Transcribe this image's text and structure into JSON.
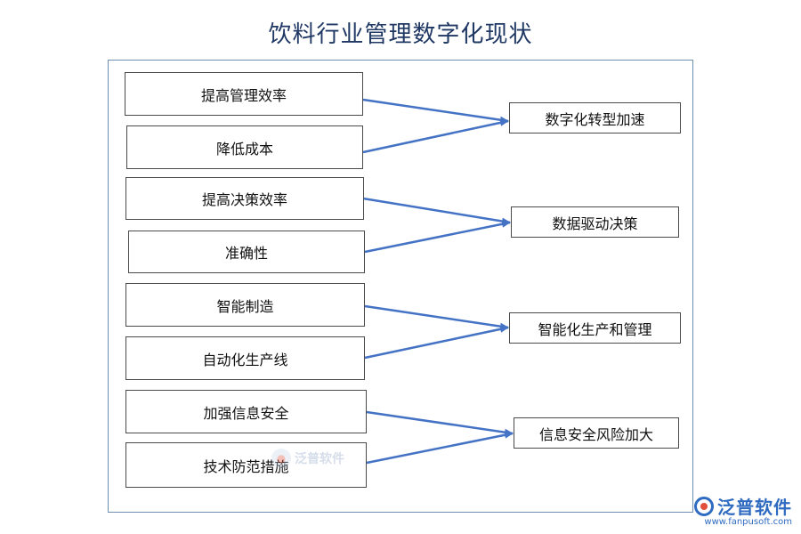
{
  "title": "饮料行业管理数字化现状",
  "groups": [
    {
      "causes": [
        "提高管理效率",
        "降低成本"
      ],
      "result": "数字化转型加速"
    },
    {
      "causes": [
        "提高决策效率",
        "准确性"
      ],
      "result": "数据驱动决策"
    },
    {
      "causes": [
        "智能制造",
        "自动化生产线"
      ],
      "result": "智能化生产和管理"
    },
    {
      "causes": [
        "加强信息安全",
        "技术防范措施"
      ],
      "result": "信息安全风险加大"
    }
  ],
  "colors": {
    "arrow": "#4472c4",
    "title": "#1f3864",
    "frame": "#6f8fb0"
  },
  "watermark": {
    "text": "泛普软件",
    "icon": "fanpu-logo-icon"
  },
  "brand": {
    "name": "泛普软件",
    "url": "www.fanpusoft.com",
    "icon": "fanpu-logo-icon"
  }
}
